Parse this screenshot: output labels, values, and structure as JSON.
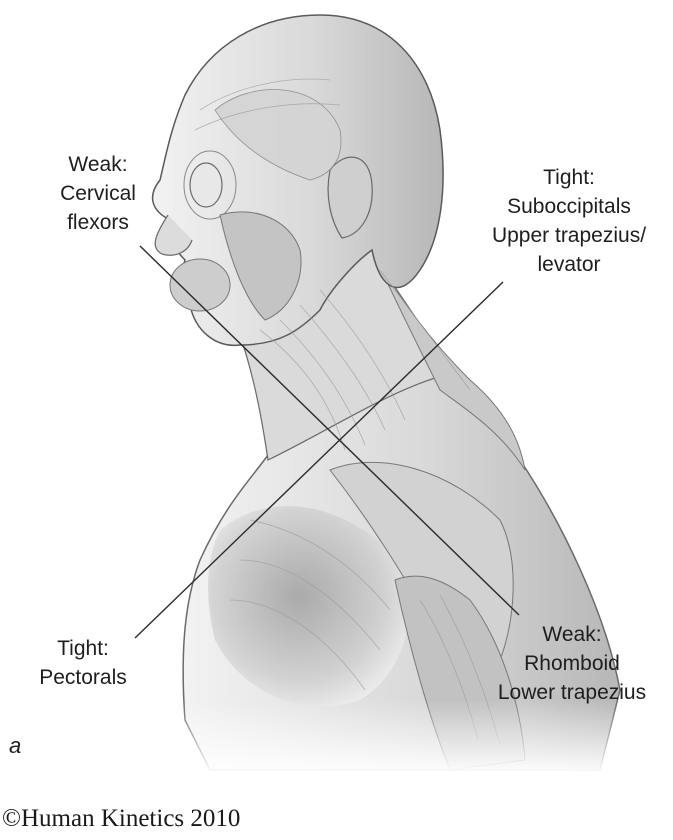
{
  "labels": {
    "weak_cervical": [
      "Weak:",
      "Cervical",
      "flexors"
    ],
    "tight_suboccipital": [
      "Tight:",
      "Suboccipitals",
      "Upper trapezius/",
      "levator"
    ],
    "tight_pectorals": [
      "Tight:",
      "Pectorals"
    ],
    "weak_rhomboid": [
      "Weak:",
      "Rhomboid",
      "Lower trapezius"
    ]
  },
  "panel_letter": "a",
  "copyright": "©Human Kinetics 2010",
  "colors": {
    "muscle_light": "#e9e9e9",
    "muscle_mid": "#c8c8c8",
    "muscle_dark": "#8e8e8e",
    "outline": "#555555",
    "leader_line": "#2a2a2a"
  }
}
